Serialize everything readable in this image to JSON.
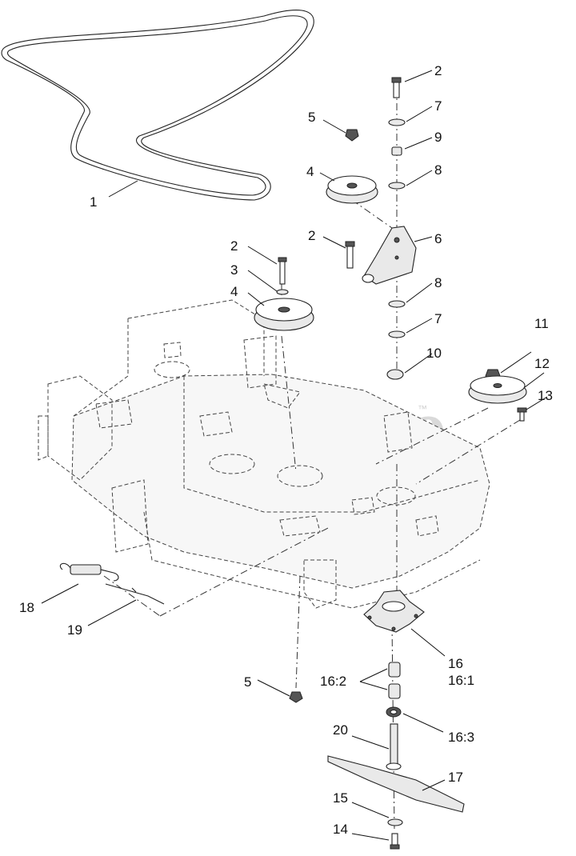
{
  "watermark": {
    "text": "PartsTree",
    "trademark": "™"
  },
  "callouts": {
    "c1": "1",
    "c2a": "2",
    "c2b": "2",
    "c2c": "2",
    "c3": "3",
    "c4a": "4",
    "c4b": "4",
    "c5a": "5",
    "c5b": "5",
    "c6": "6",
    "c7a": "7",
    "c7b": "7",
    "c8a": "8",
    "c8b": "8",
    "c9": "9",
    "c10": "10",
    "c11": "11",
    "c12": "12",
    "c13": "13",
    "c14": "14",
    "c15": "15",
    "c16": "16",
    "c16_1": "16:1",
    "c16_2": "16:2",
    "c16_3": "16:3",
    "c17": "17",
    "c18": "18",
    "c19": "19",
    "c20": "20"
  }
}
